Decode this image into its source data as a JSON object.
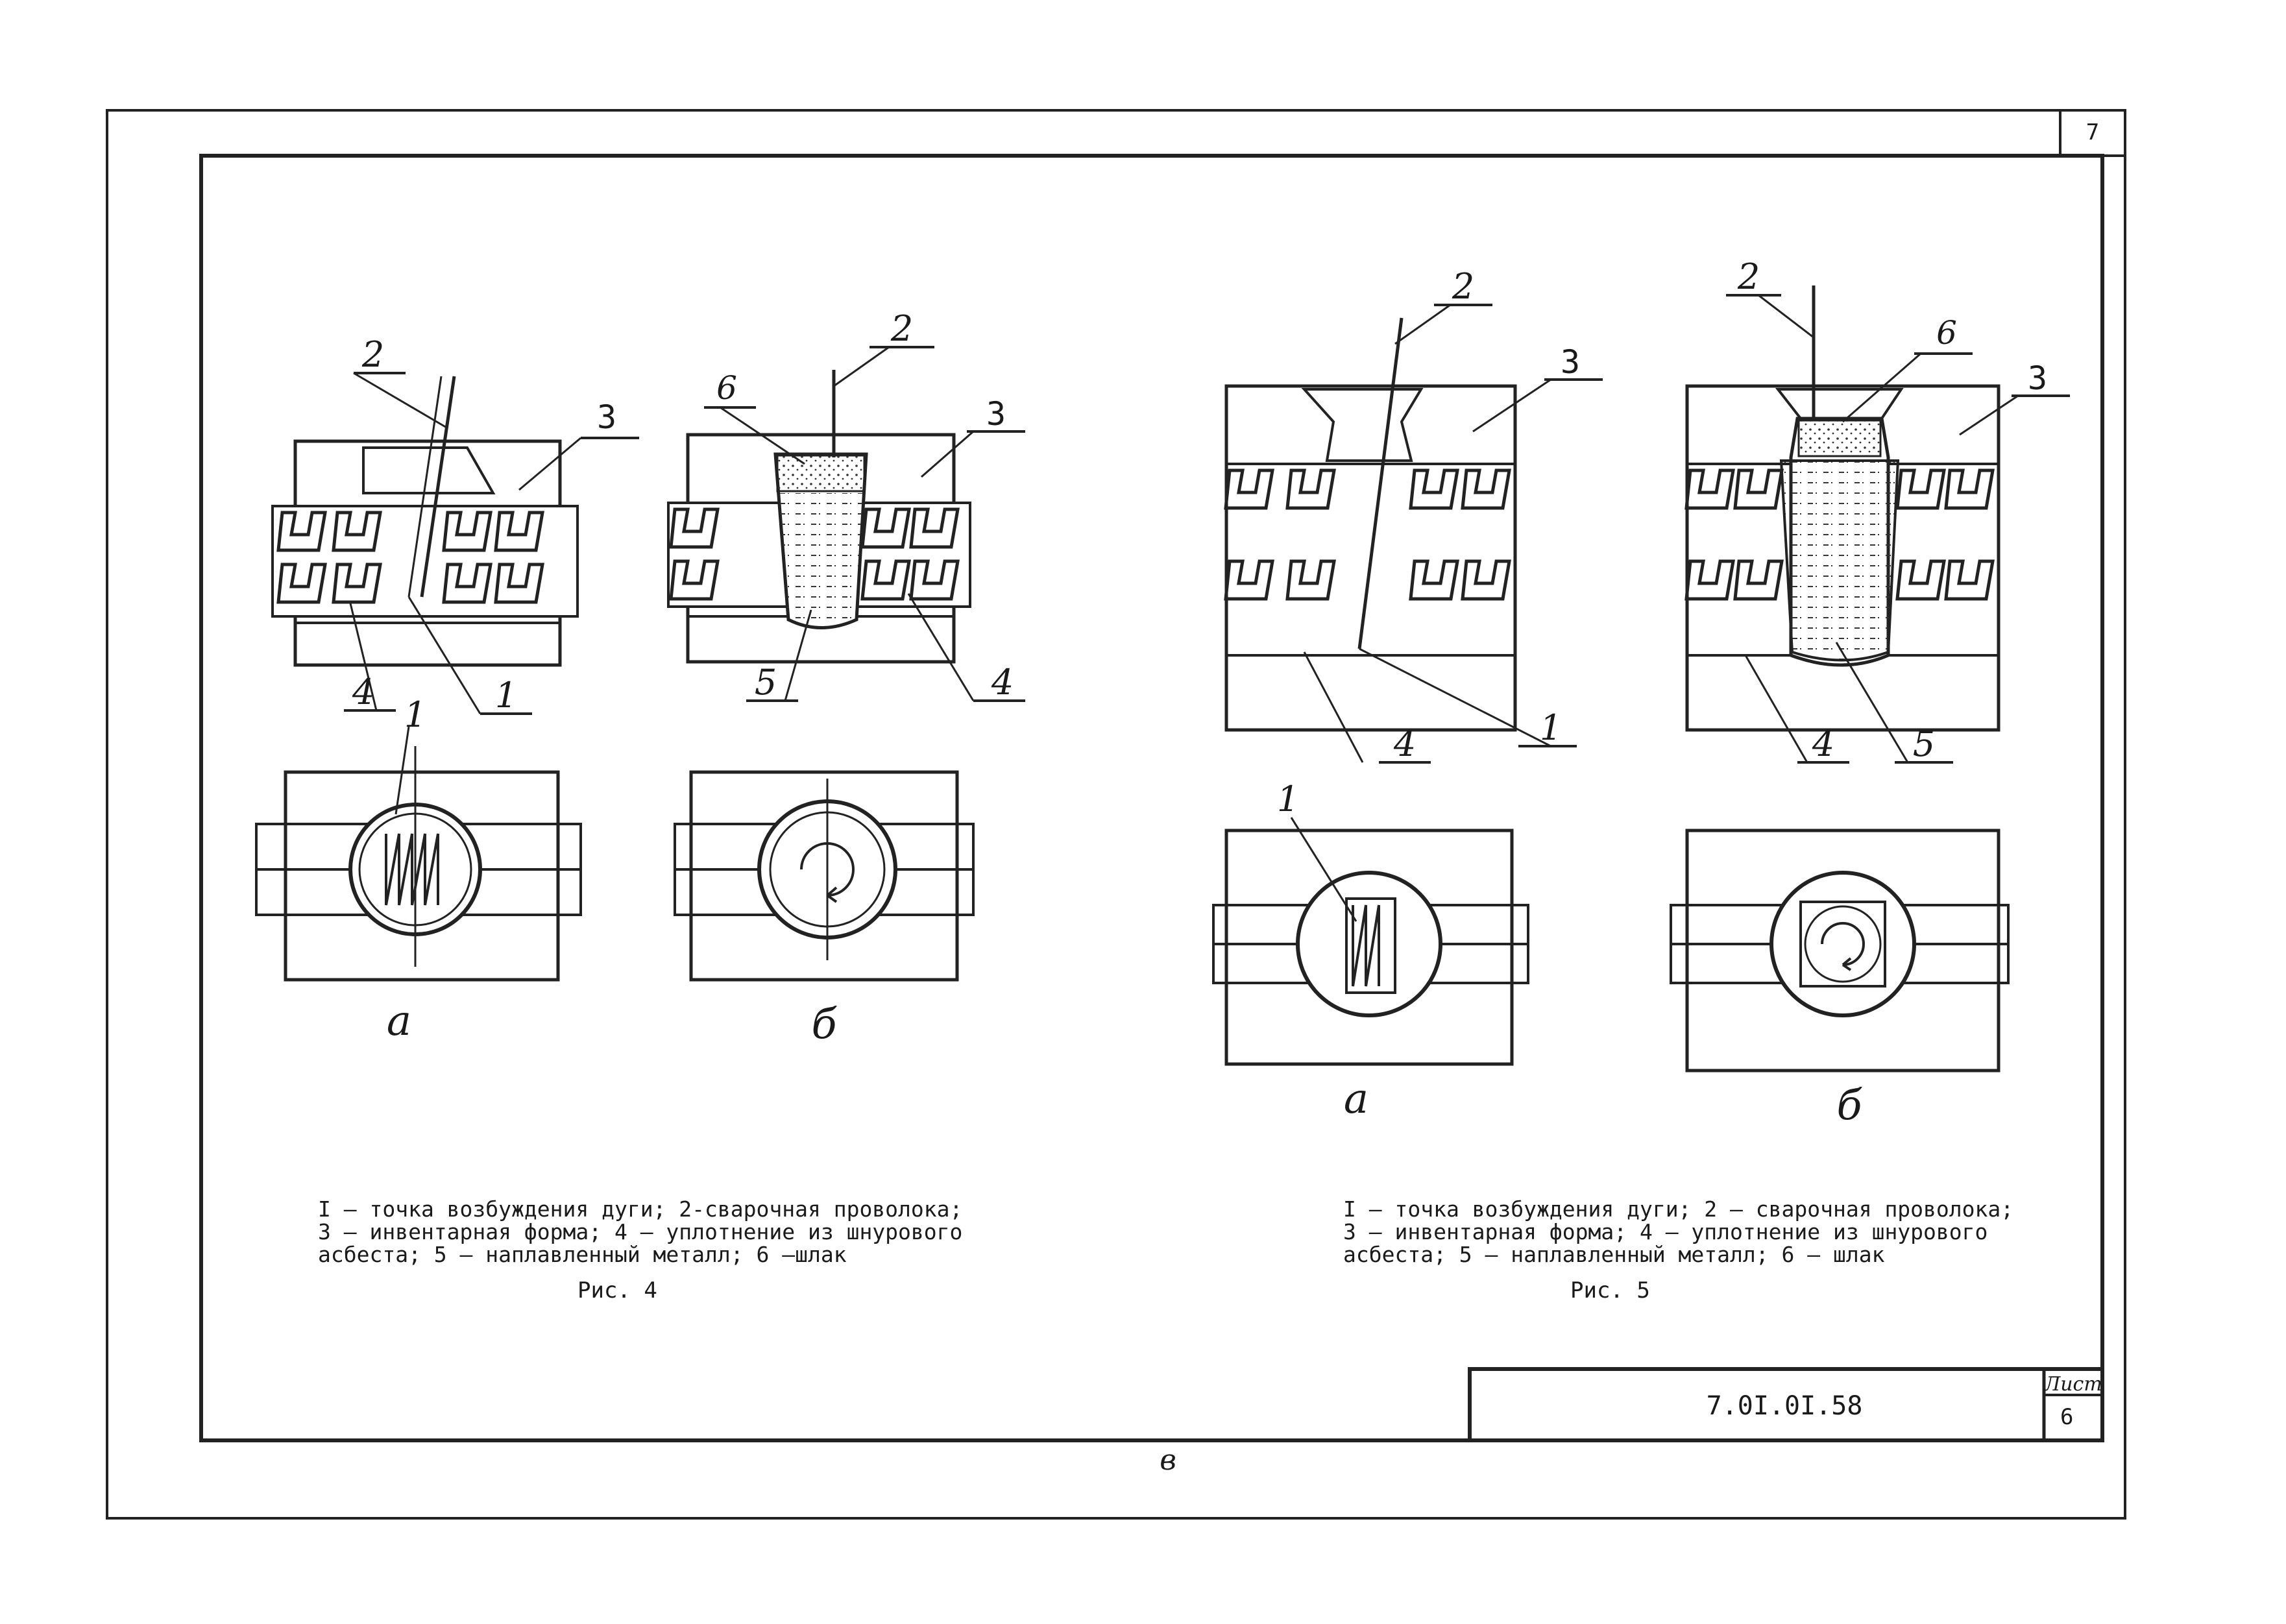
{
  "corner_number": "7",
  "sheet_label": "Лист",
  "sheet_number": "6",
  "doc_code": "7.0I.0I.58",
  "bottom_mark": "в",
  "fig4": {
    "caption_line1": "I – точка возбуждения дуги; 2-сварочная проволока;",
    "caption_line2": "3 – инвентарная форма; 4 – уплотнение из шнурового",
    "caption_line3": "асбеста; 5 – наплавленный металл; 6 –шлак",
    "title": "Рис. 4",
    "variant_a": "а",
    "variant_b": "б",
    "labels": {
      "n1": "1",
      "n2": "2",
      "n3": "3",
      "n4": "4",
      "n5": "5",
      "n6": "6"
    }
  },
  "fig5": {
    "caption_line1": "I – точка возбуждения дуги; 2 – сварочная проволока;",
    "caption_line2": "3 – инвентарная форма; 4 – уплотнение из шнурового",
    "caption_line3": "асбеста; 5 – наплавленный металл; 6 – шлак",
    "title": "Рис. 5",
    "variant_a": "а",
    "variant_b": "б",
    "labels": {
      "n1": "1",
      "n2": "2",
      "n3": "3",
      "n4": "4",
      "n5": "5",
      "n6": "6"
    }
  }
}
